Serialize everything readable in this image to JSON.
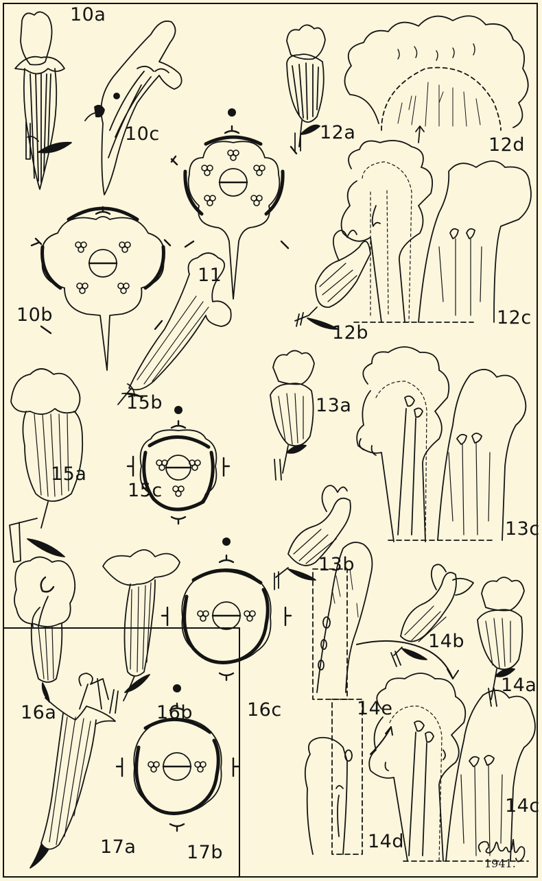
{
  "figure": {
    "labels": {
      "f10a": "10a",
      "f10b": "10b",
      "f10c": "10c",
      "f11": "11",
      "f12a": "12a",
      "f12b": "12b",
      "f12c": "12c",
      "f12d": "12d",
      "f13a": "13a",
      "f13b": "13b",
      "f13c": "13c",
      "f14a": "14a",
      "f14b": "14b",
      "f14c": "14c",
      "f14d": "14d",
      "f14e": "14e",
      "f15a": "15a",
      "f15b": "15b",
      "f15c": "15c",
      "f16a": "16a",
      "f16b": "16b",
      "f16c": "16c",
      "f17a": "17a",
      "f17b": "17b"
    },
    "signature": {
      "name": "Cdielly",
      "year": "1941."
    },
    "colors": {
      "paper": "#fbf6dc",
      "ink": "#141414"
    }
  }
}
